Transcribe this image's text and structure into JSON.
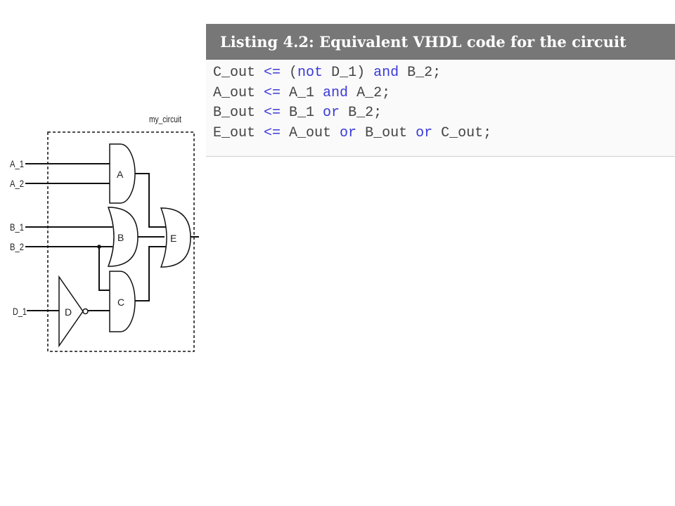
{
  "circuit": {
    "name": "my_circuit",
    "inputs": [
      "A_1",
      "A_2",
      "B_1",
      "B_2",
      "D_1"
    ],
    "gates": [
      "A",
      "B",
      "C",
      "D",
      "E"
    ]
  },
  "listing": {
    "caption": "Listing 4.2: Equivalent VHDL code for the circuit",
    "lines": [
      [
        {
          "t": "C_out ",
          "k": false
        },
        {
          "t": "<=",
          "k": true
        },
        {
          "t": " (",
          "k": false
        },
        {
          "t": "not",
          "k": true
        },
        {
          "t": " D_1) ",
          "k": false
        },
        {
          "t": "and",
          "k": true
        },
        {
          "t": " B_2;",
          "k": false
        }
      ],
      [
        {
          "t": "A_out ",
          "k": false
        },
        {
          "t": "<=",
          "k": true
        },
        {
          "t": " A_1 ",
          "k": false
        },
        {
          "t": "and",
          "k": true
        },
        {
          "t": " A_2;",
          "k": false
        }
      ],
      [
        {
          "t": "B_out ",
          "k": false
        },
        {
          "t": "<=",
          "k": true
        },
        {
          "t": " B_1 ",
          "k": false
        },
        {
          "t": "or",
          "k": true
        },
        {
          "t": " B_2;",
          "k": false
        }
      ],
      [
        {
          "t": "E_out ",
          "k": false
        },
        {
          "t": "<=",
          "k": true
        },
        {
          "t": " A_out ",
          "k": false
        },
        {
          "t": "or",
          "k": true
        },
        {
          "t": " B_out ",
          "k": false
        },
        {
          "t": "or",
          "k": true
        },
        {
          "t": " C_out;",
          "k": false
        }
      ]
    ]
  }
}
